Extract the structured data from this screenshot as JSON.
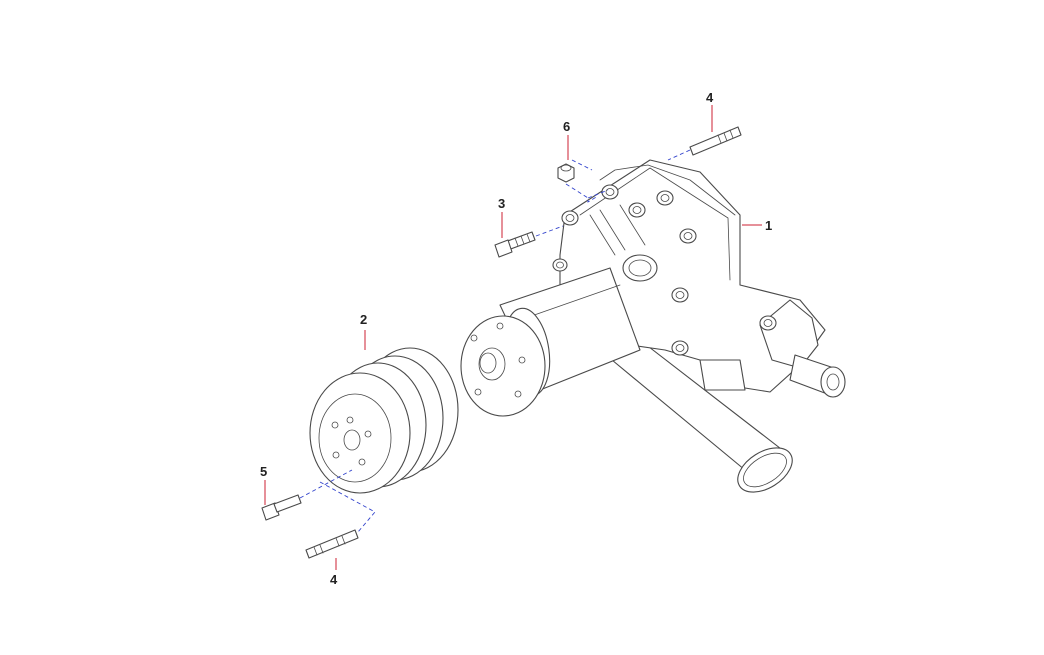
{
  "callouts": {
    "c1": "1",
    "c2": "2",
    "c3": "3",
    "c4_top": "4",
    "c4_bottom": "4",
    "c5": "5",
    "c6": "6"
  },
  "colors": {
    "line": "#4a4a4a",
    "leader": "#cc2233",
    "assembly_dash": "#3344cc"
  }
}
